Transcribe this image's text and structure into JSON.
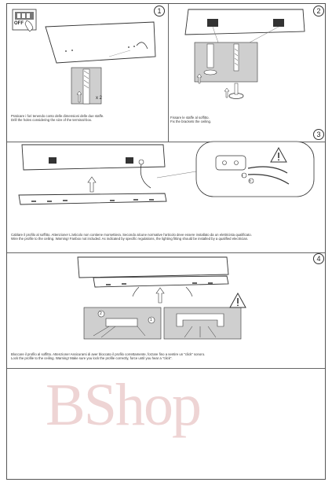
{
  "steps": [
    {
      "number": "1",
      "caption_it": "Praticare i fori tenendo conto delle dimensioni delle due staffe.",
      "caption_en": "Drill the holes considering the size of the terminal-box.",
      "badge_off": "OFF",
      "multiplier": "x 2"
    },
    {
      "number": "2",
      "caption_it": "Fissare le staffe al soffitto.",
      "caption_en": "Fix the brackets the ceiling."
    },
    {
      "number": "3",
      "caption_it": "Cablare il profilo al soffitto. Attenzione! L'articolo non contiene morsettiera. Secondo alcune normative l'articolo deve essere installato da un elettricista qualificato.",
      "caption_en": "Wire the profile to the ceiling. Warning! Fanbox not included. As indicated by specific regulations, the lighting fitting should be installed by a qualified electrician.",
      "label_l": "L",
      "label_n": "N"
    },
    {
      "number": "4",
      "caption_it": "Bloccare il profilo al soffitto. Attenzione! Assicurarsi di aver bloccato il profilo correttamente, forzare fino a sentire un \"click\" sonoro.",
      "caption_en": "Lock the profile to the ceiling. Warning! Make sure you lock the profile correctly, force until you hear a \"click\".",
      "inset_1": "1",
      "inset_2": "2"
    }
  ],
  "watermark": "BShop",
  "colors": {
    "line": "#333333",
    "gray_panel": "#cfcfcf",
    "watermark": "#e9c6c6"
  }
}
